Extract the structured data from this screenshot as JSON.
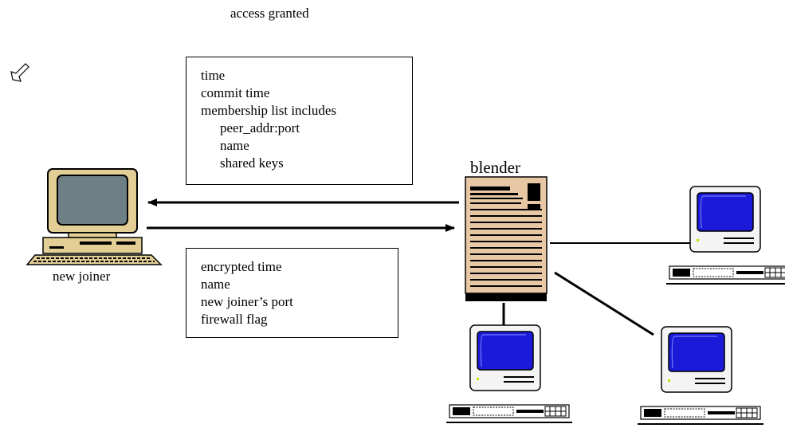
{
  "title": "access granted",
  "response_box": {
    "lines": [
      "time",
      "commit time",
      "membership list includes"
    ],
    "sub_lines": [
      "peer_addr:port",
      "name",
      "shared keys"
    ]
  },
  "request_box": {
    "lines": [
      "encrypted time",
      "name",
      "new joiner’s port",
      "firewall flag"
    ]
  },
  "labels": {
    "new_joiner": "new joiner",
    "server": "blender"
  },
  "icons": {
    "cursor": "pointer-cursor-icon",
    "new_joiner": "desktop-computer-icon",
    "server": "tower-server-icon",
    "peers": "mac-computer-icon"
  },
  "colors": {
    "server_body": "#e8c7a4",
    "screen": "#1010d8",
    "joiner_screen": "#6e7f86",
    "joiner_body": "#e3cf96"
  }
}
